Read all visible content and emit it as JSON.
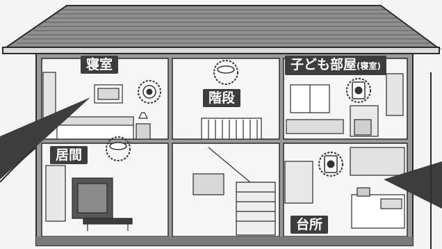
{
  "labels": {
    "bedroom": "寝室",
    "stairs": "階段",
    "kids_room": "子ども部屋",
    "kids_room_sub": "(寝室)",
    "living": "居間",
    "kitchen": "台所"
  },
  "colors": {
    "outline": "#2b2b2b",
    "roof": "#8a8a8a",
    "wall": "#f2f2f2",
    "label_bg": "#3d3d3d",
    "detector_ring": "#333333"
  },
  "icons": [
    "smoke-detector-icon",
    "heat-detector-icon"
  ]
}
